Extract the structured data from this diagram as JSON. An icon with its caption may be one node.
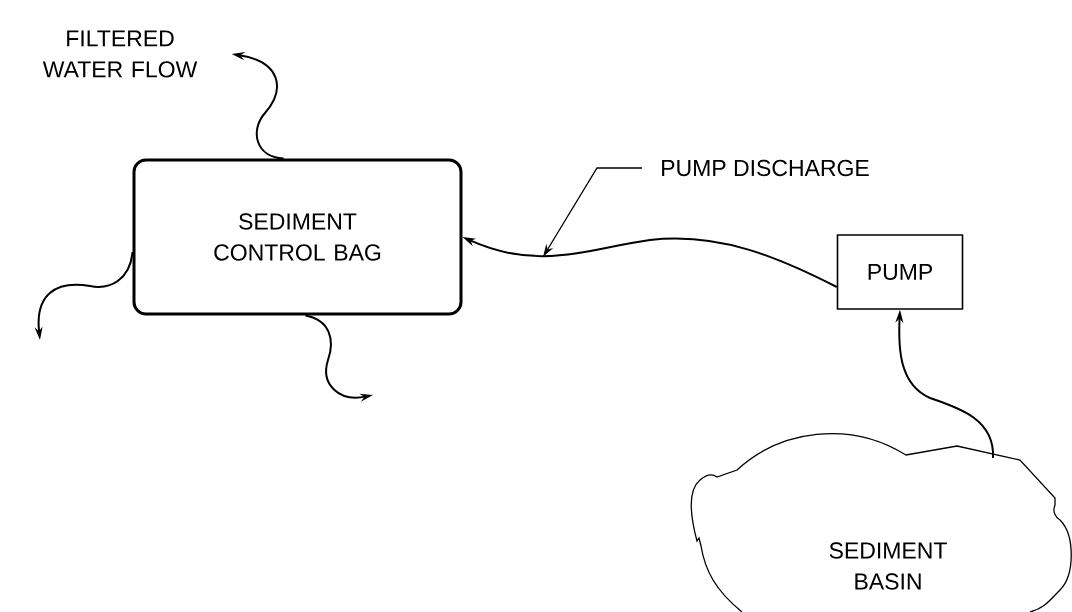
{
  "diagram": {
    "nodes": [
      {
        "text": [
          "SEDIMENT CONTROL BAG"
        ]
      },
      {
        "text": [
          "PUMP"
        ]
      },
      {
        "text": [
          "SEDIMENT BASIN"
        ]
      },
      {
        "text": [
          "FILTERED WATER FLOW"
        ]
      },
      {
        "text": [
          "PUMP DISCHARGE"
        ]
      }
    ],
    "edges": [
      {
        "from": 1,
        "to": 0,
        "arrow": "to"
      },
      {
        "from": 2,
        "to": 1,
        "arrow": "to"
      },
      {
        "from": 0,
        "to": 3,
        "arrow": "to"
      },
      {
        "from": 0,
        "to": null,
        "arrow": "to"
      },
      {
        "from": 0,
        "to": null,
        "arrow": "to"
      },
      {
        "from": 4,
        "to": null,
        "arrow": "to"
      }
    ]
  }
}
